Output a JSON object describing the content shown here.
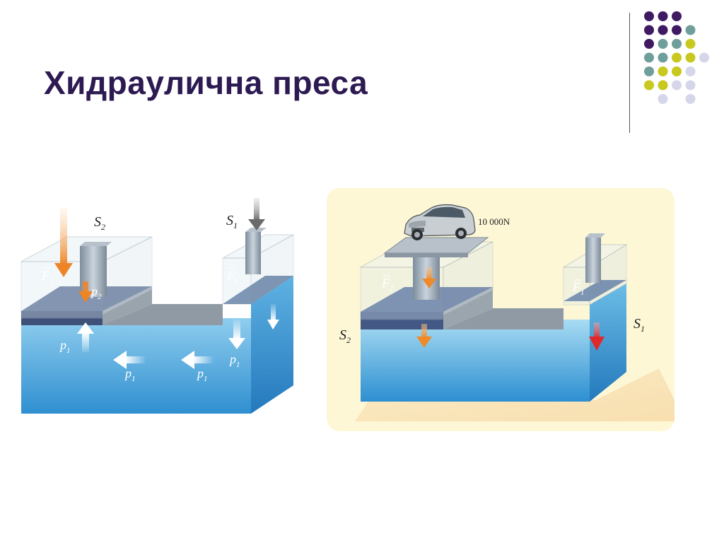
{
  "slide": {
    "title": "Хидраулична преса"
  },
  "colors": {
    "title": "#2d1a52",
    "dot_purple": "#3f1a63",
    "dot_teal": "#6f9e9b",
    "dot_yellow": "#c8c81e",
    "dot_lavender": "#d6d6ea",
    "water": "#3d9fd8",
    "arrow_orange": "#ee8a2a",
    "arrow_red": "#e0282a",
    "panel_bg": "#fdf7d6"
  },
  "left_figure": {
    "labels": {
      "s2": "S",
      "s2_sub": "2",
      "s1": "S",
      "s1_sub": "1",
      "f2": "F",
      "f2_sub": "2",
      "f1": "F",
      "f1_sub": "1",
      "p2": "p",
      "p2_sub": "2",
      "p1": "p",
      "p1_sub": "1"
    }
  },
  "right_figure": {
    "weight_label": "10 000N",
    "labels": {
      "s2": "S",
      "s2_sub": "2",
      "s1": "S",
      "s1_sub": "1",
      "f2": "F",
      "f2_sub": "2",
      "f1": "F",
      "f1_sub": "1"
    }
  }
}
